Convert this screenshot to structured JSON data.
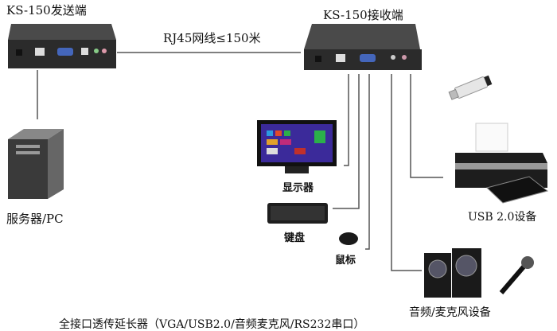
{
  "sender": {
    "title": "KS-150发送端"
  },
  "receiver": {
    "title": "KS-150接收端"
  },
  "cable": {
    "label": "RJ45网线≤150米"
  },
  "devices": {
    "server": "服务器/PC",
    "monitor": "显示器",
    "keyboard": "键盘",
    "mouse": "鼠标",
    "usb": "USB 2.0设备",
    "audio": "音频/麦克风设备"
  },
  "caption": "全接口透传延长器（VGA/USB2.0/音频麦克风/RS232串口）",
  "colors": {
    "line": "#555555",
    "device": "#2b2b2b"
  }
}
